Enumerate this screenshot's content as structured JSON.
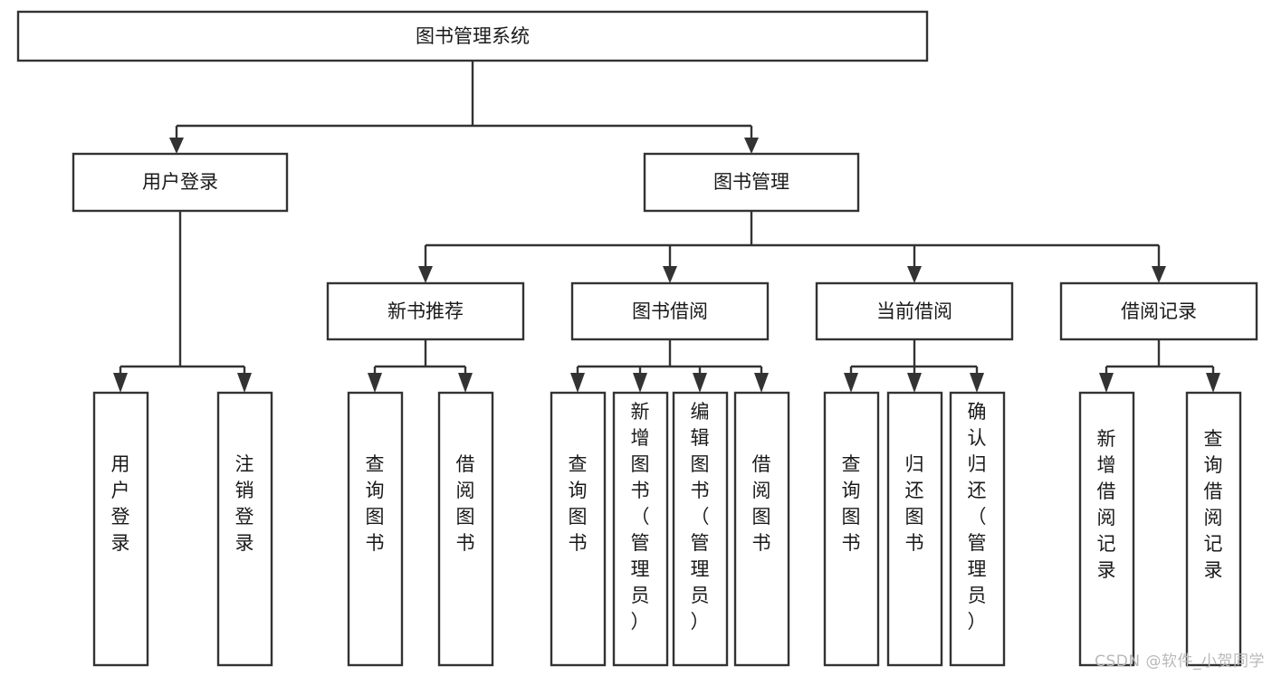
{
  "diagram": {
    "title": "图书管理系统",
    "type": "tree",
    "watermark": "CSDN @软件_小贺同学",
    "colors": {
      "stroke": "#333333",
      "fill": "#ffffff",
      "text": "#1a1a1a",
      "watermark": "#b9b9b9"
    },
    "root": {
      "label": "图书管理系统"
    },
    "level2": [
      {
        "label": "用户登录"
      },
      {
        "label": "图书管理"
      }
    ],
    "level3": [
      {
        "label": "新书推荐"
      },
      {
        "label": "图书借阅"
      },
      {
        "label": "当前借阅"
      },
      {
        "label": "借阅记录"
      }
    ],
    "leaves": {
      "user_login": [
        {
          "label": "用户登录"
        },
        {
          "label": "注销登录"
        }
      ],
      "new_book": [
        {
          "label": "查询图书"
        },
        {
          "label": "借阅图书"
        }
      ],
      "borrow_book": [
        {
          "label": "查询图书"
        },
        {
          "label": "新增图书（管理员）"
        },
        {
          "label": "编辑图书（管理员）"
        },
        {
          "label": "借阅图书"
        }
      ],
      "current_borrow": [
        {
          "label": "查询图书"
        },
        {
          "label": "归还图书"
        },
        {
          "label": "确认归还（管理员）"
        }
      ],
      "borrow_record": [
        {
          "label": "新增借阅记录"
        },
        {
          "label": "查询借阅记录"
        }
      ]
    }
  },
  "chart_data": {
    "type": "table",
    "title": "图书管理系统",
    "nodes": [
      {
        "id": "root",
        "label": "图书管理系统",
        "level": 1,
        "parent": null
      },
      {
        "id": "user-login",
        "label": "用户登录",
        "level": 2,
        "parent": "root"
      },
      {
        "id": "book-manage",
        "label": "图书管理",
        "level": 2,
        "parent": "root"
      },
      {
        "id": "new-book-rec",
        "label": "新书推荐",
        "level": 3,
        "parent": "book-manage"
      },
      {
        "id": "book-borrow",
        "label": "图书借阅",
        "level": 3,
        "parent": "book-manage"
      },
      {
        "id": "current-borrow",
        "label": "当前借阅",
        "level": 3,
        "parent": "book-manage"
      },
      {
        "id": "borrow-record",
        "label": "借阅记录",
        "level": 3,
        "parent": "book-manage"
      },
      {
        "id": "leaf-user-login",
        "label": "用户登录",
        "level": 4,
        "parent": "user-login"
      },
      {
        "id": "leaf-logout",
        "label": "注销登录",
        "level": 4,
        "parent": "user-login"
      },
      {
        "id": "leaf-query-book-1",
        "label": "查询图书",
        "level": 4,
        "parent": "new-book-rec"
      },
      {
        "id": "leaf-borrow-book-1",
        "label": "借阅图书",
        "level": 4,
        "parent": "new-book-rec"
      },
      {
        "id": "leaf-query-book-2",
        "label": "查询图书",
        "level": 4,
        "parent": "book-borrow"
      },
      {
        "id": "leaf-add-book",
        "label": "新增图书（管理员）",
        "level": 4,
        "parent": "book-borrow"
      },
      {
        "id": "leaf-edit-book",
        "label": "编辑图书（管理员）",
        "level": 4,
        "parent": "book-borrow"
      },
      {
        "id": "leaf-borrow-book-2",
        "label": "借阅图书",
        "level": 4,
        "parent": "book-borrow"
      },
      {
        "id": "leaf-query-book-3",
        "label": "查询图书",
        "level": 4,
        "parent": "current-borrow"
      },
      {
        "id": "leaf-return-book",
        "label": "归还图书",
        "level": 4,
        "parent": "current-borrow"
      },
      {
        "id": "leaf-confirm-return",
        "label": "确认归还（管理员）",
        "level": 4,
        "parent": "current-borrow"
      },
      {
        "id": "leaf-add-record",
        "label": "新增借阅记录",
        "level": 4,
        "parent": "borrow-record"
      },
      {
        "id": "leaf-query-record",
        "label": "查询借阅记录",
        "level": 4,
        "parent": "borrow-record"
      }
    ]
  }
}
